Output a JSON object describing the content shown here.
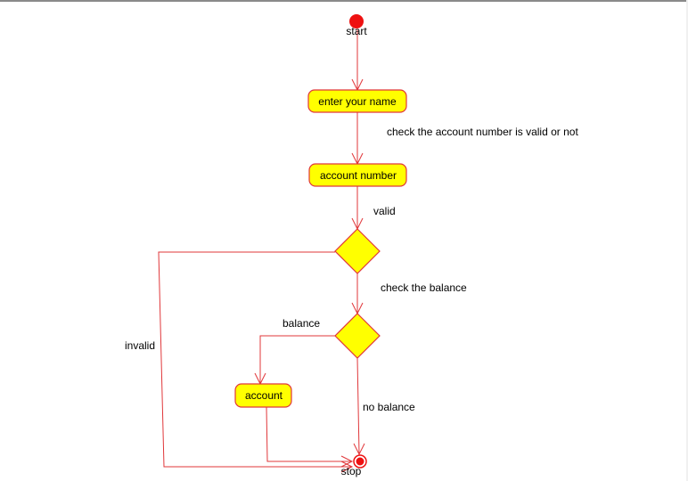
{
  "diagram": {
    "start_label": "start",
    "stop_label": "stop",
    "activities": {
      "enter_name": "enter your name",
      "account_number": "account number",
      "account": "account"
    },
    "edge_labels": {
      "check_account": "check the account number is valid or not",
      "valid": "valid",
      "check_balance": "check the balance",
      "balance": "balance",
      "invalid": "invalid",
      "no_balance": "no balance"
    },
    "colors": {
      "node_fill": "#ffff00",
      "line": "#e0373a",
      "start_node": "#ee1111"
    }
  }
}
